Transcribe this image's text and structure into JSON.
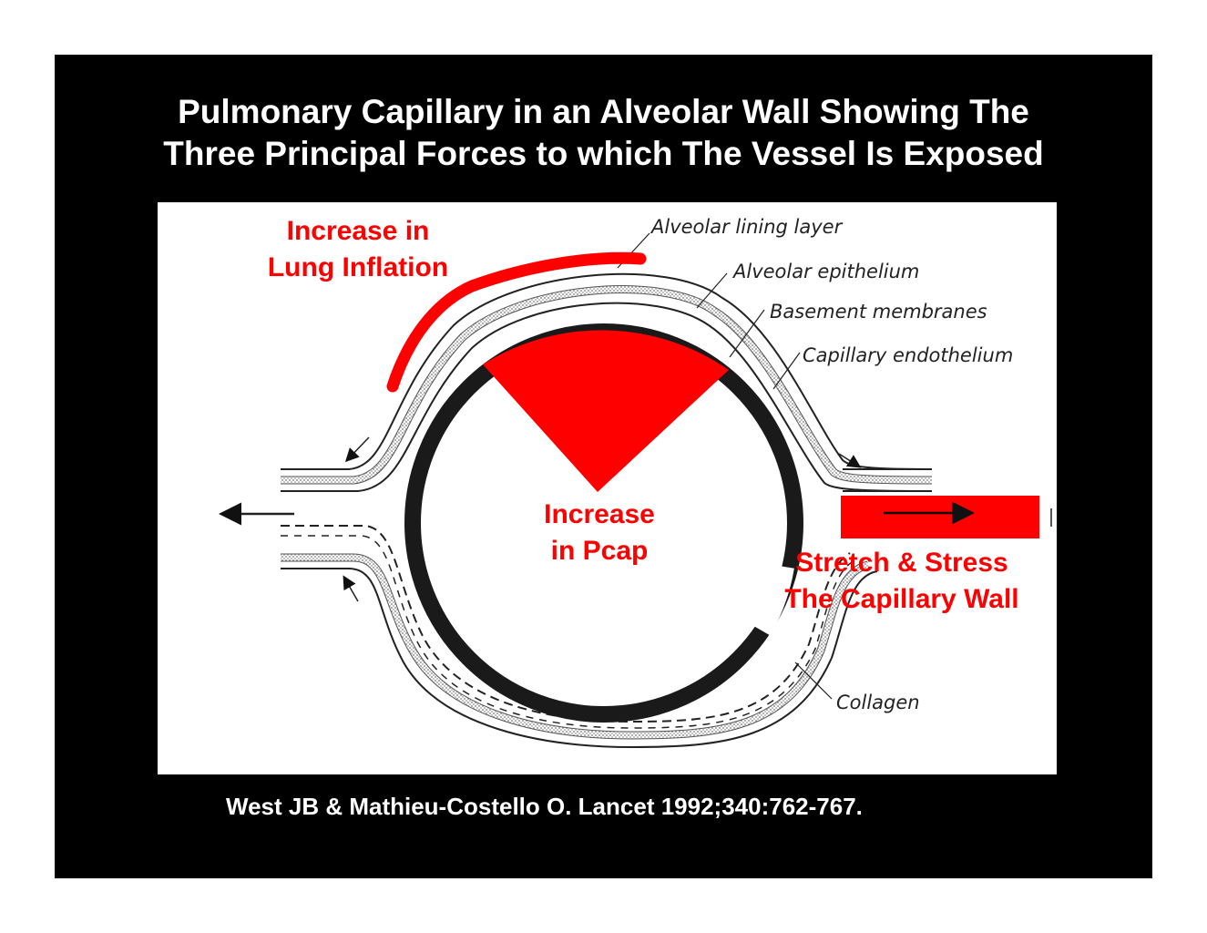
{
  "title": {
    "line1": "Pulmonary Capillary in an Alveolar Wall Showing The",
    "line2": "Three Principal Forces to which The Vessel Is Exposed"
  },
  "annotations": {
    "lung_inflation": {
      "line1": "Increase in",
      "line2": "Lung Inflation"
    },
    "pcap": {
      "line1": "Increase",
      "line2": "in Pcap"
    },
    "stretch": {
      "line1": "Stretch & Stress",
      "line2": "The Capillary Wall"
    }
  },
  "anatomy_labels": {
    "alveolar_lining_layer": "Alveolar lining layer",
    "alveolar_epithelium": "Alveolar epithelium",
    "basement_membranes": "Basement membranes",
    "capillary_endothelium": "Capillary endothelium",
    "collagen": "Collagen"
  },
  "citation": "West JB & Mathieu-Costello O. Lancet 1992;340:762-767.",
  "colors": {
    "slide_background": "#000000",
    "title_text": "#ffffff",
    "highlight_red": "#ff0000",
    "figure_background": "#ffffff"
  }
}
